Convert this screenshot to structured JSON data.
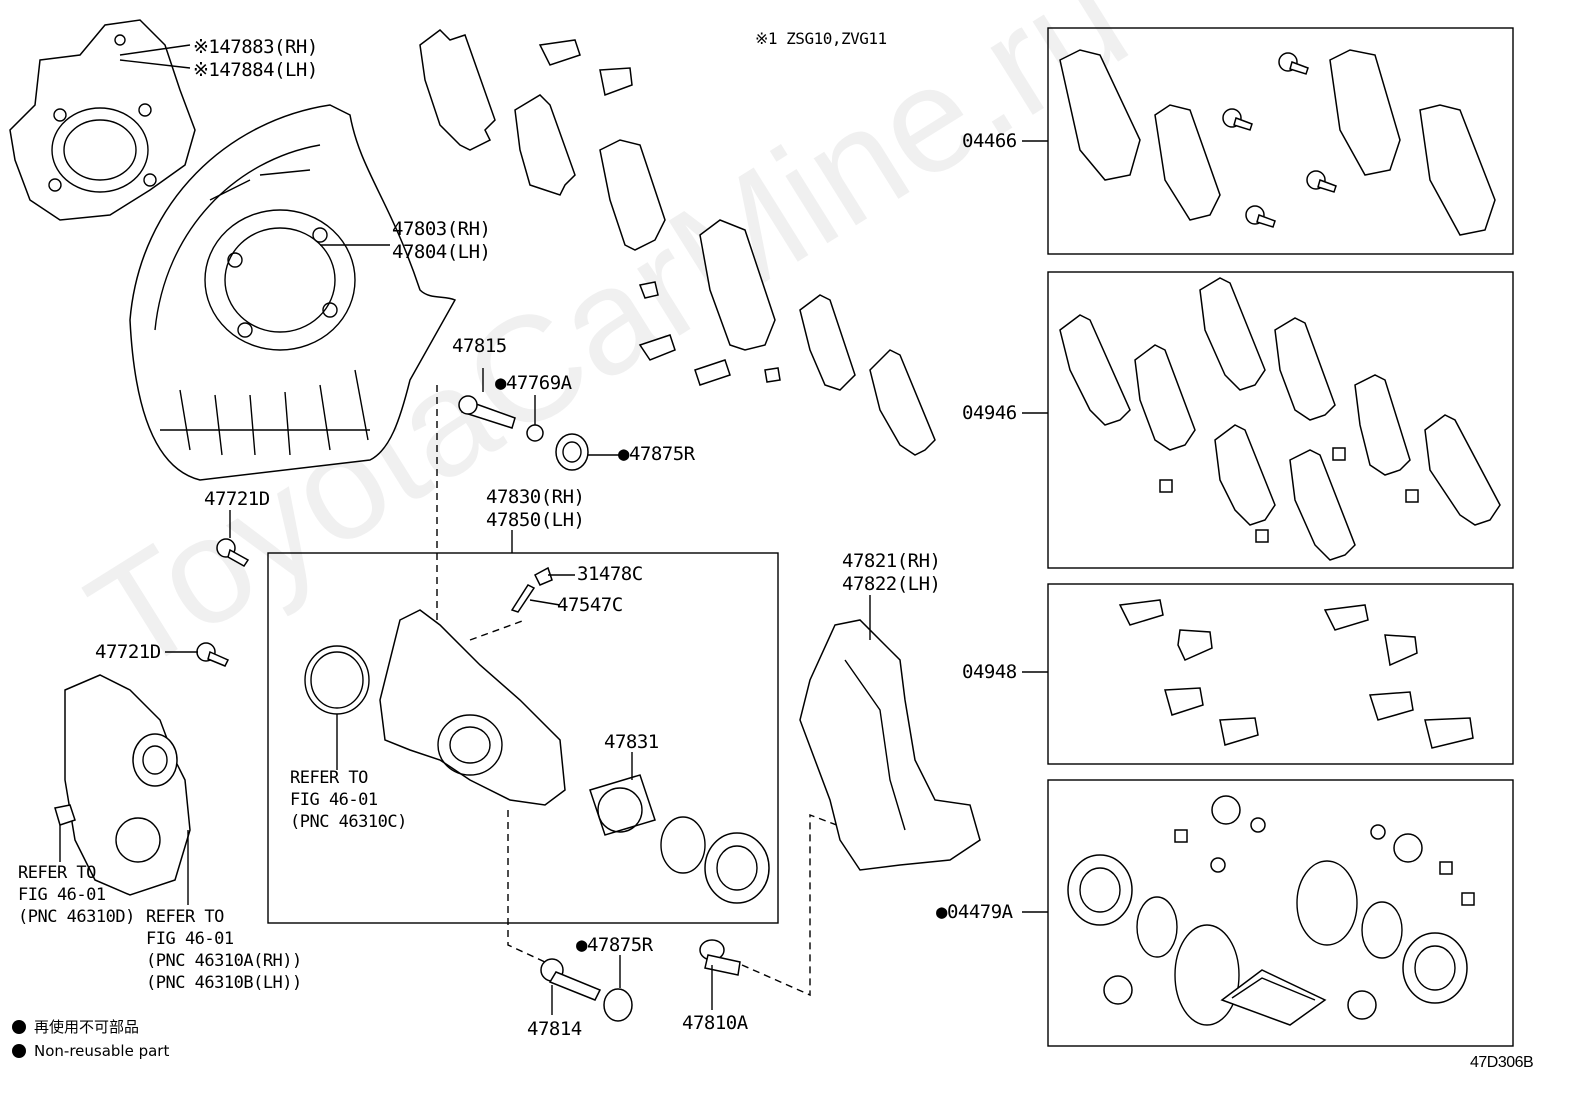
{
  "header_note": "※1 ZSG10,ZVG11",
  "diagram_code": "47D306B",
  "watermark": "ToyotaCarMine.ru",
  "legend": [
    {
      "symbol": "dot",
      "text": "再使用不可部品"
    },
    {
      "symbol": "dot",
      "text": "Non-reusable part"
    }
  ],
  "labels": {
    "p47883": "※147883(RH)",
    "p47884": "※147884(LH)",
    "p47803": "47803(RH)",
    "p47804": "47804(LH)",
    "p47815": "47815",
    "p47769A": "●47769A",
    "p47875R_a": "●47875R",
    "p47721D_a": "47721D",
    "p47721D_b": "47721D",
    "p47830": "47830(RH)",
    "p47850": "47850(LH)",
    "p31478C": "31478C",
    "p47547C": "47547C",
    "refer_seal_1": "REFER TO",
    "refer_seal_2": "FIG 46-01",
    "refer_seal_3": "(PNC 46310C)",
    "p47831": "47831",
    "p47821": "47821(RH)",
    "p47822": "47822(LH)",
    "refer_motor_1": "REFER TO",
    "refer_motor_2": "FIG 46-01",
    "refer_motor_3": "(PNC 46310D)",
    "refer_cal_1": "REFER TO",
    "refer_cal_2": "FIG 46-01",
    "refer_cal_3": "(PNC 46310A(RH))",
    "refer_cal_4": "(PNC 46310B(LH))",
    "p47875R_b": "●47875R",
    "p47814": "47814",
    "p47810A": "47810A",
    "p04466": "04466",
    "p04946": "04946",
    "p04948": "04948",
    "p04479A": "●04479A"
  }
}
